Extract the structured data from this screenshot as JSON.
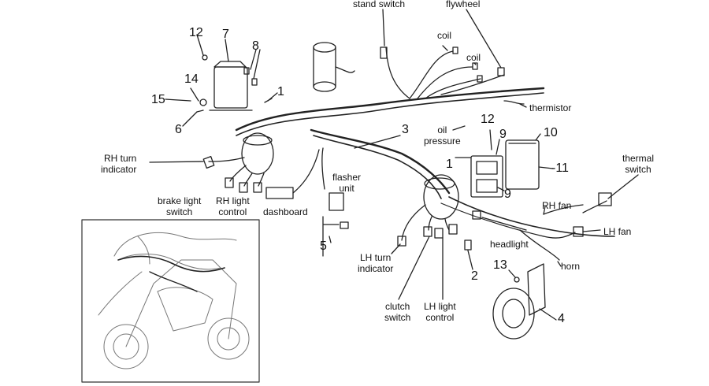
{
  "labels": {
    "stand_switch": "stand switch",
    "flywheel": "flywheel",
    "coil_1": "coil",
    "coil_2": "coil",
    "thermistor": "thermistor",
    "oil_pressure": "oil\npressure",
    "rh_turn_indicator": "RH turn\nindicator",
    "brake_light_switch": "brake light\nswitch",
    "rh_light_control": "RH light\ncontrol",
    "dashboard": "dashboard",
    "flasher_unit": "flasher\nunit",
    "thermal_switch": "thermal\nswitch",
    "rh_fan": "RH fan",
    "lh_fan": "LH fan",
    "headlight": "headlight",
    "horn": "horn",
    "lh_turn_indicator": "LH turn\nindicator",
    "clutch_switch": "clutch\nswitch",
    "lh_light_control": "LH light\ncontrol"
  },
  "numbers": {
    "n1a": "1",
    "n1b": "1",
    "n2": "2",
    "n3": "3",
    "n4": "4",
    "n5": "5",
    "n6": "6",
    "n7": "7",
    "n8": "8",
    "n9a": "9",
    "n9b": "9",
    "n10": "10",
    "n11": "-11",
    "n12a": "12",
    "n12b": "12",
    "n13": "13",
    "n14": "14",
    "n15": "15"
  }
}
